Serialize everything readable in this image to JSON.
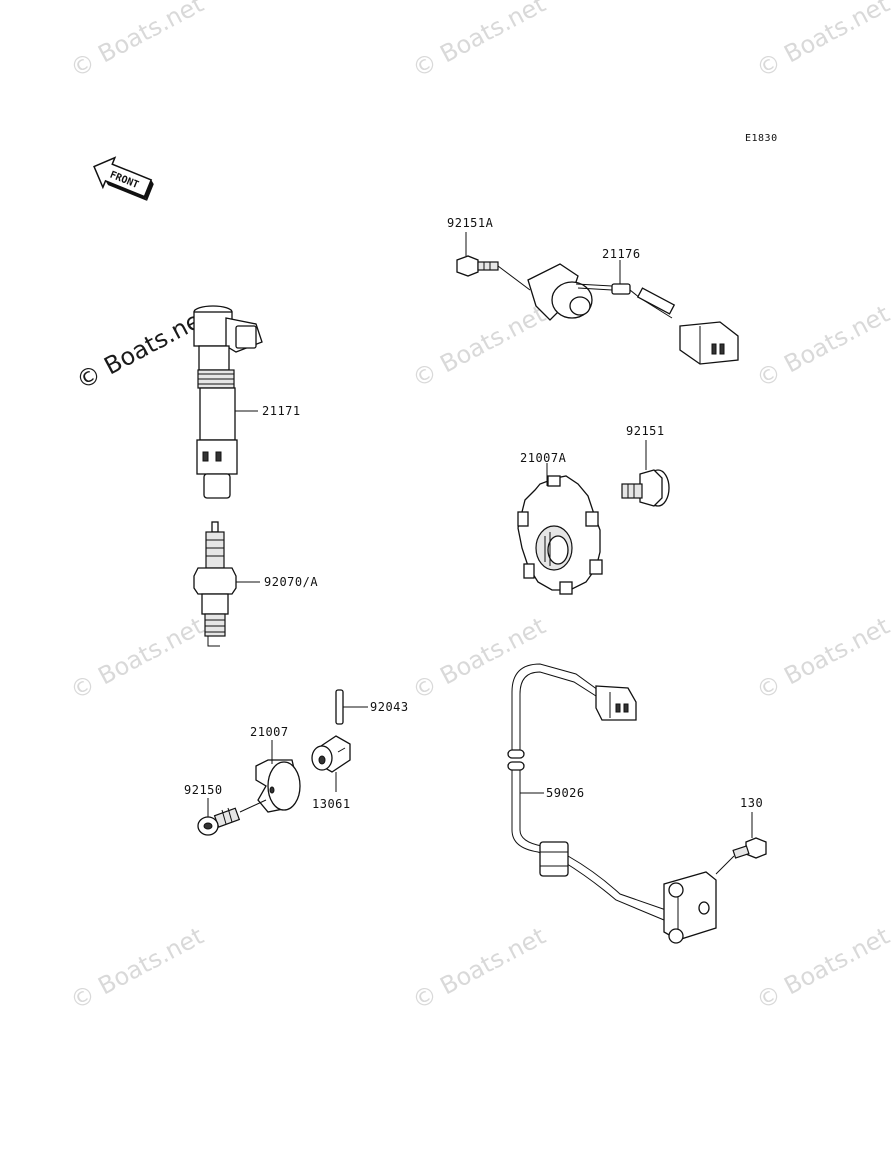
{
  "diagram_code": "E1830",
  "front_arrow_label": "FRONT",
  "watermark_text": "© Boats.net",
  "parts": {
    "p92151A": "92151A",
    "p21176": "21176",
    "p21171": "21171",
    "p92070A": "92070/A",
    "p21007A": "21007A",
    "p92151": "92151",
    "p92043": "92043",
    "p21007": "21007",
    "p92150": "92150",
    "p13061": "13061",
    "p59026": "59026",
    "p130": "130"
  }
}
